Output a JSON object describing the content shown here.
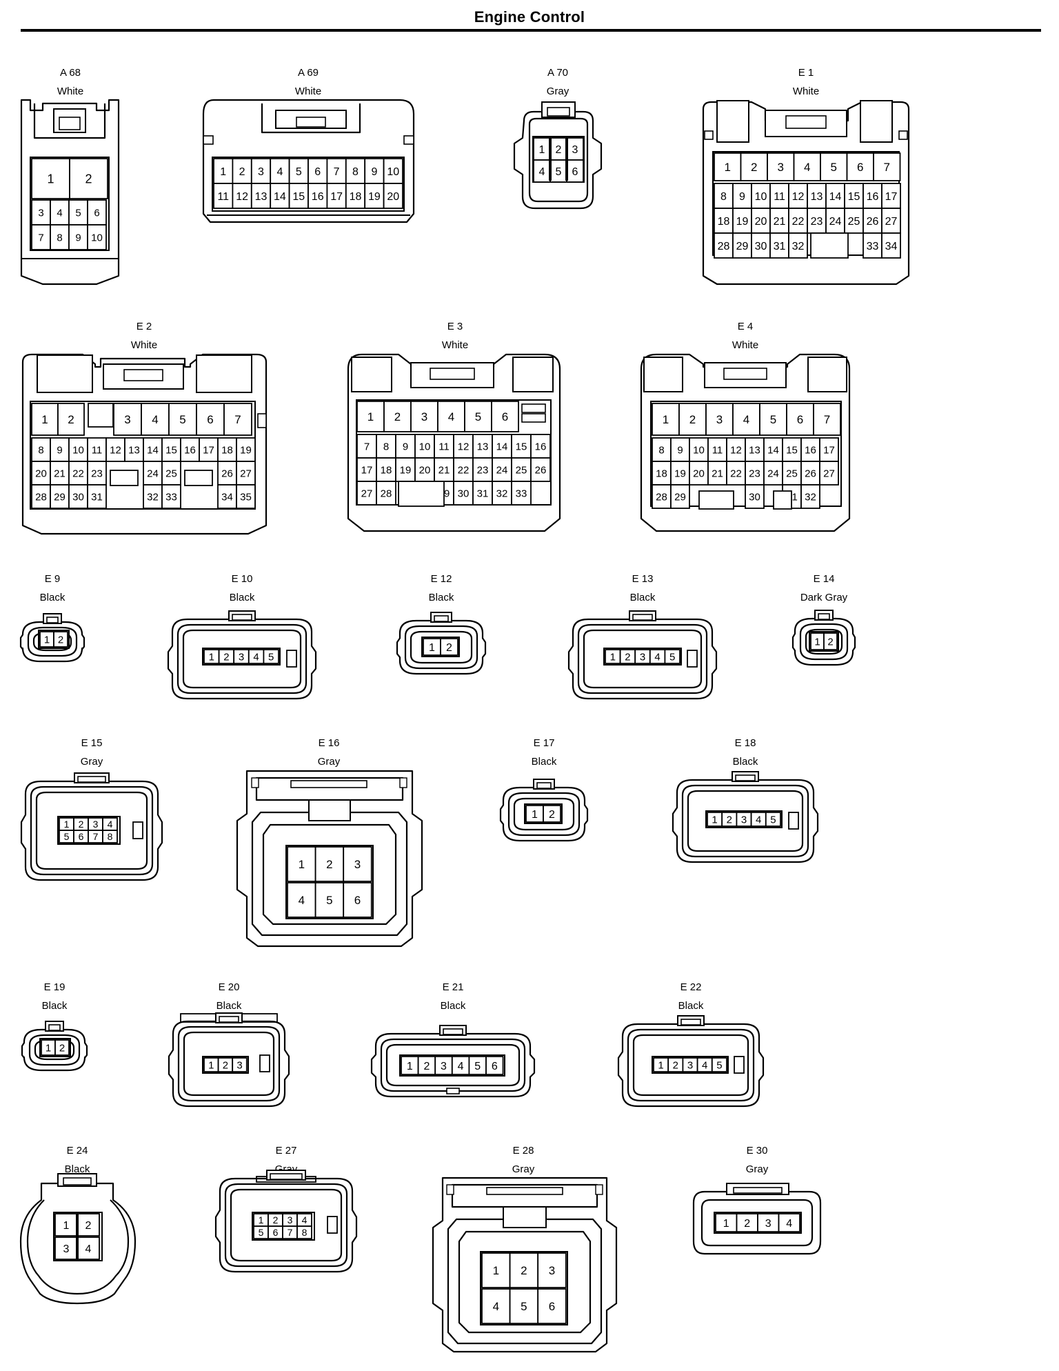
{
  "page": {
    "title": "Engine Control"
  },
  "connectors": [
    {
      "id": "A 68",
      "color": "White"
    },
    {
      "id": "A 69",
      "color": "White"
    },
    {
      "id": "A 70",
      "color": "Gray"
    },
    {
      "id": "E 1",
      "color": "White"
    },
    {
      "id": "E 2",
      "color": "White"
    },
    {
      "id": "E 3",
      "color": "White"
    },
    {
      "id": "E 4",
      "color": "White"
    },
    {
      "id": "E 9",
      "color": "Black"
    },
    {
      "id": "E 10",
      "color": "Black"
    },
    {
      "id": "E 12",
      "color": "Black"
    },
    {
      "id": "E 13",
      "color": "Black"
    },
    {
      "id": "E 14",
      "color": "Dark Gray"
    },
    {
      "id": "E 15",
      "color": "Gray"
    },
    {
      "id": "E 16",
      "color": "Gray"
    },
    {
      "id": "E 17",
      "color": "Black"
    },
    {
      "id": "E 18",
      "color": "Black"
    },
    {
      "id": "E 19",
      "color": "Black"
    },
    {
      "id": "E 20",
      "color": "Black"
    },
    {
      "id": "E 21",
      "color": "Black"
    },
    {
      "id": "E 22",
      "color": "Black"
    },
    {
      "id": "E 24",
      "color": "Black"
    },
    {
      "id": "E 27",
      "color": "Gray"
    },
    {
      "id": "E 28",
      "color": "Gray"
    },
    {
      "id": "E 30",
      "color": "Gray"
    }
  ]
}
